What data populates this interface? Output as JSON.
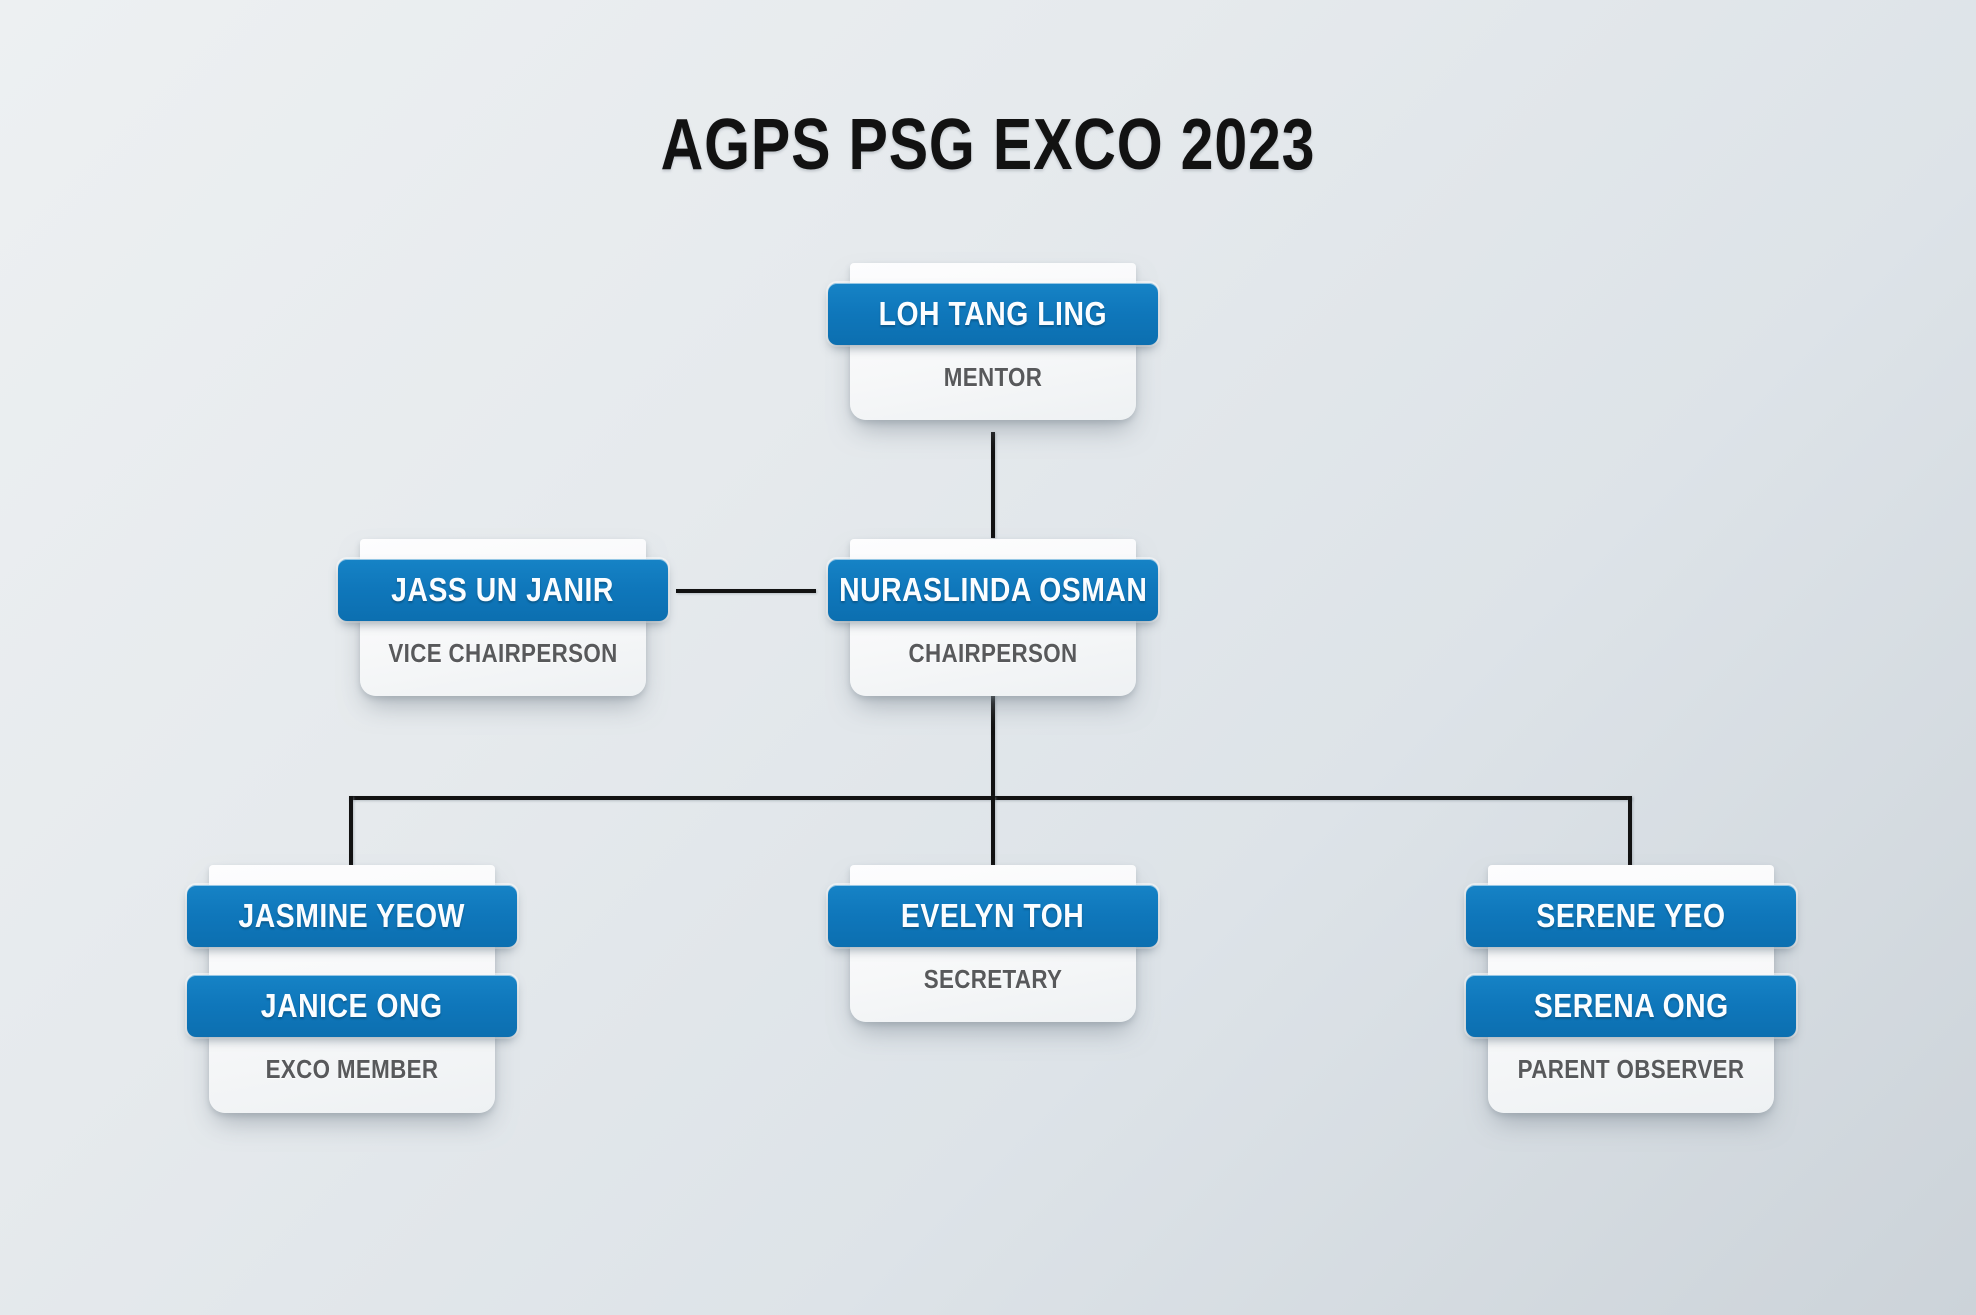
{
  "chart_data": {
    "type": "diagram",
    "diagram_type": "organizational-chart",
    "title": "AGPS PSG EXCO 2023",
    "colors": {
      "banner_blue": "#0F77BB",
      "card_white": "#F7F8F9",
      "role_text": "#58595B",
      "title_text": "#121212",
      "connector": "#121212",
      "background_from": "#EDF0F2",
      "background_to": "#CCD3D9"
    },
    "nodes": [
      {
        "id": "mentor",
        "names": [
          "LOH TANG LING"
        ],
        "role": "MENTOR",
        "level": 1
      },
      {
        "id": "chairperson",
        "names": [
          "NURASLINDA OSMAN"
        ],
        "role": "CHAIRPERSON",
        "level": 2
      },
      {
        "id": "vice-chair",
        "names": [
          "JASS UN JANIR"
        ],
        "role": "VICE CHAIRPERSON",
        "level": 2
      },
      {
        "id": "exco-member",
        "names": [
          "JASMINE YEOW",
          "JANICE ONG"
        ],
        "role": "EXCO MEMBER",
        "level": 3
      },
      {
        "id": "secretary",
        "names": [
          "EVELYN TOH"
        ],
        "role": "SECRETARY",
        "level": 3
      },
      {
        "id": "parent-obs",
        "names": [
          "SERENE YEO",
          "SERENA ONG"
        ],
        "role": "PARENT OBSERVER",
        "level": 3
      }
    ],
    "edges": [
      {
        "from": "mentor",
        "to": "chairperson",
        "style": "vertical"
      },
      {
        "from": "vice-chair",
        "to": "chairperson",
        "style": "horizontal"
      },
      {
        "from": "chairperson",
        "to": "exco-member",
        "style": "elbow"
      },
      {
        "from": "chairperson",
        "to": "secretary",
        "style": "vertical"
      },
      {
        "from": "chairperson",
        "to": "parent-obs",
        "style": "elbow"
      }
    ]
  },
  "title": "AGPS PSG EXCO 2023",
  "nodes": {
    "mentor": {
      "name1": "LOH TANG LING",
      "role": "MENTOR"
    },
    "chairperson": {
      "name1": "NURASLINDA OSMAN",
      "role": "CHAIRPERSON"
    },
    "vice_chair": {
      "name1": "JASS UN JANIR",
      "role": "VICE CHAIRPERSON"
    },
    "exco_member": {
      "name1": "JASMINE YEOW",
      "name2": "JANICE ONG",
      "role": "EXCO MEMBER"
    },
    "secretary": {
      "name1": "EVELYN TOH",
      "role": "SECRETARY"
    },
    "parent_obs": {
      "name1": "SERENE YEO",
      "name2": "SERENA ONG",
      "role": "PARENT OBSERVER"
    }
  }
}
